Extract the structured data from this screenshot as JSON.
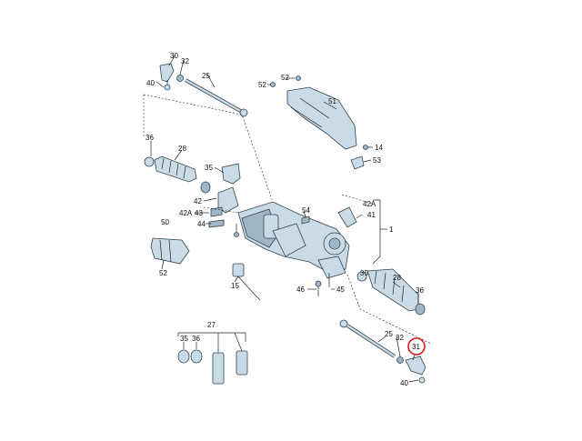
{
  "callouts": {
    "c30": "30",
    "c32a": "32",
    "c25a": "25",
    "c40a": "40",
    "c36a": "36",
    "c28a": "28",
    "c35a": "35",
    "c42a": "42",
    "c42Aa": "42A",
    "c43a": "43",
    "c44a": "44",
    "c50": "50",
    "c52a": "52",
    "c52b": "52",
    "c52c": "52",
    "c51": "51",
    "c14": "14",
    "c53": "53",
    "c54": "54",
    "c42Ab": "42A",
    "c41": "41",
    "c1": "1",
    "c15": "15",
    "c46": "46",
    "c45": "45",
    "c35b": "35",
    "c36b": "36",
    "c28b": "28",
    "c25b": "25",
    "c32b": "32",
    "c31": "31",
    "c40b": "40",
    "c27": "27",
    "c35c": "35",
    "c36c": "36"
  },
  "colors": {
    "part": "#c9dbe6",
    "highlight": "#d81b1b"
  }
}
